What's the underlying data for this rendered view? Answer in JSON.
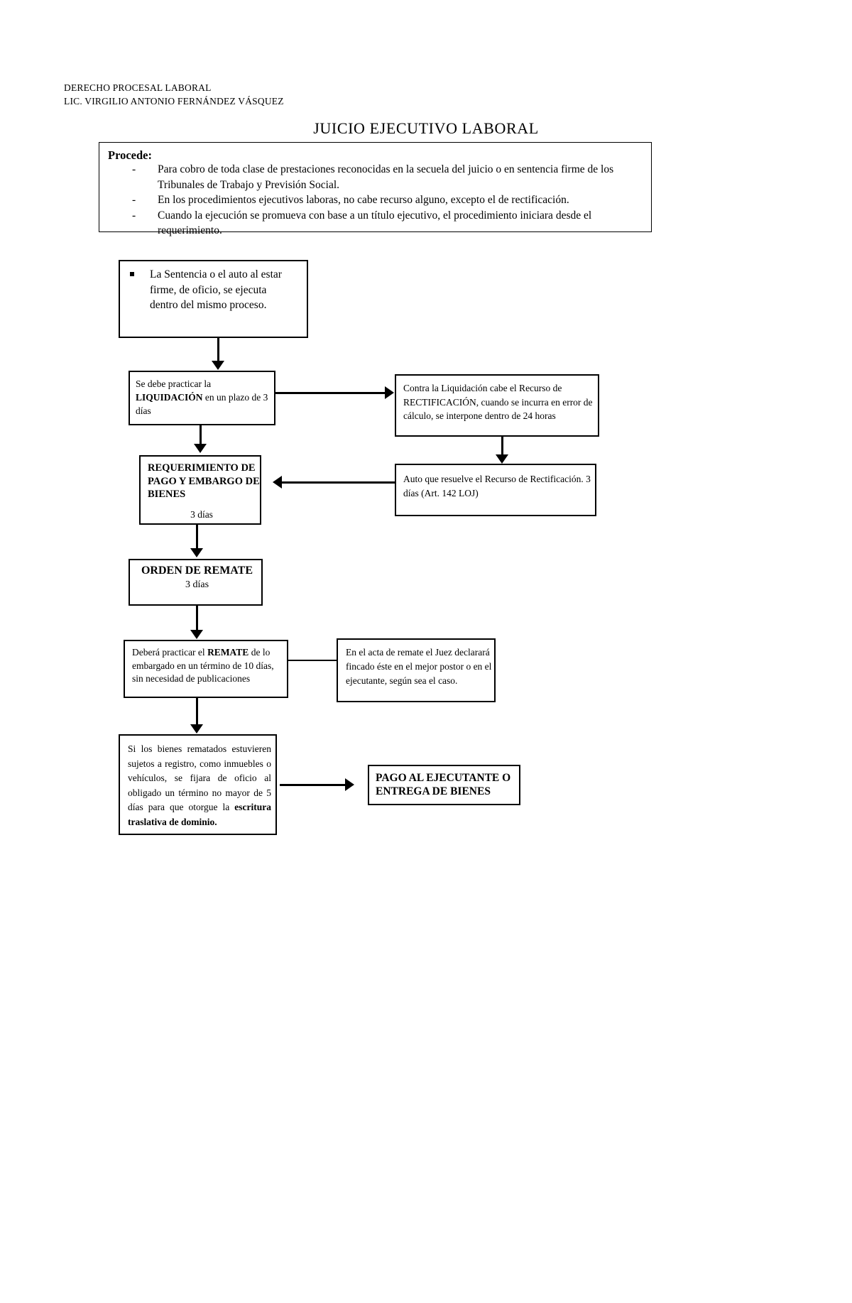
{
  "header": {
    "line1": "DERECHO PROCESAL LABORAL",
    "line2": "LIC. VIRGILIO ANTONIO FERNÁNDEZ VÁSQUEZ"
  },
  "title": "JUICIO EJECUTIVO LABORAL",
  "procede": {
    "heading": "Procede:",
    "bullets": [
      "Para cobro de toda clase de prestaciones reconocidas en la secuela del juicio o en sentencia firme de los Tribunales de Trabajo y Previsión Social.",
      "En los procedimientos ejecutivos laboras, no cabe recurso alguno, excepto el de rectificación.",
      "Cuando la ejecución se promueva con base a un título ejecutivo, el procedimiento iniciara desde el requerimiento."
    ]
  },
  "flow": {
    "sentencia": {
      "text": "La Sentencia o el auto al estar firme, de oficio, se ejecuta dentro del mismo proceso."
    },
    "liquidacion": {
      "pre": "Se debe practicar la ",
      "strong": "LIQUIDACIÓN",
      "post": " en un plazo de 3 días"
    },
    "rectificacion": {
      "text": "Contra la Liquidación cabe el Recurso de RECTIFICACIÓN, cuando se incurra en error de cálculo, se interpone dentro de 24 horas"
    },
    "requerimiento": {
      "title": "REQUERIMIENTO DE PAGO Y EMBARGO DE BIENES",
      "days": "3 días"
    },
    "auto": {
      "text": "Auto que resuelve el Recurso de Rectificación. 3 días (Art. 142 LOJ)"
    },
    "orden": {
      "title": "ORDEN DE  REMATE",
      "days": "3 días"
    },
    "remate": {
      "pre": "Deberá practicar el ",
      "strong": "REMATE",
      "post": " de lo embargado en un término de 10 días, sin necesidad de publicaciones"
    },
    "acta": {
      "text": "En el acta de remate el Juez declarará fincado éste en el mejor postor o en el ejecutante, según sea el caso."
    },
    "registro": {
      "pre": "Si los bienes rematados estuvieren sujetos a registro, como inmuebles o vehículos, se fijara de oficio al obligado un término no mayor de 5 días para que otorgue la ",
      "strong": "escritura traslativa de dominio."
    },
    "pago": {
      "text": "PAGO AL EJECUTANTE O ENTREGA DE BIENES"
    }
  },
  "colors": {
    "ink": "#000000",
    "paper": "#ffffff"
  }
}
